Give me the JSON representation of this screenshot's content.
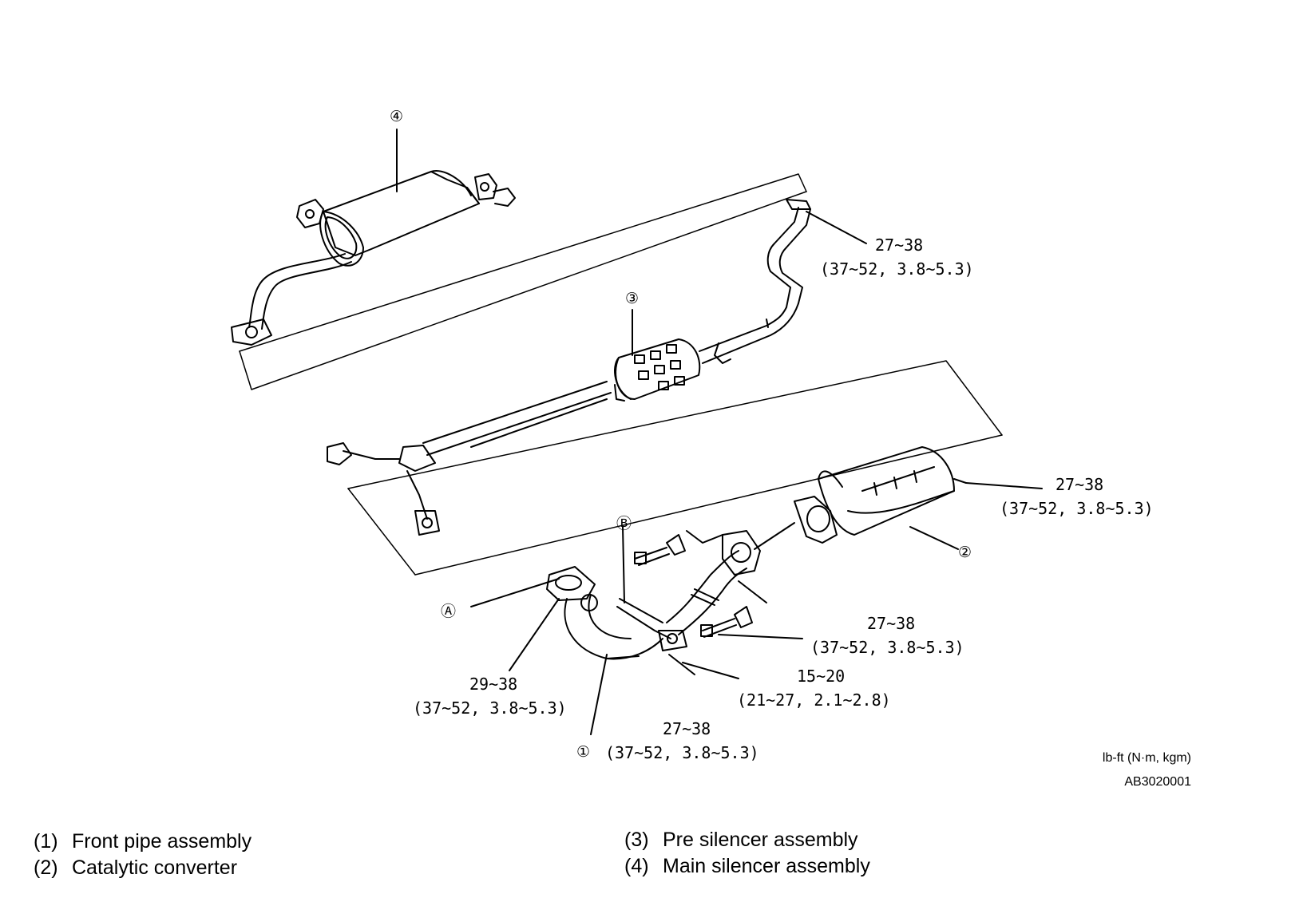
{
  "callouts": {
    "c4": "④",
    "c3": "③",
    "c2": "②",
    "cB": "Ⓑ",
    "cA": "Ⓐ",
    "c1": "①"
  },
  "torques": {
    "t_main_flange": {
      "lbft": "27~38",
      "metric": "(37~52, 3.8~5.3)"
    },
    "t_cat_rear": {
      "lbft": "27~38",
      "metric": "(37~52, 3.8~5.3)"
    },
    "t_front_bolt": {
      "lbft": "27~38",
      "metric": "(37~52, 3.8~5.3)"
    },
    "t_hanger": {
      "lbft": "15~20",
      "metric": "(21~27, 2.1~2.8)"
    },
    "t_exhaust_port": {
      "lbft": "29~38",
      "metric": "(37~52, 3.8~5.3)"
    },
    "t_front_lower": {
      "lbft": "27~38",
      "metric": "(37~52, 3.8~5.3)"
    }
  },
  "units": "lb-ft (N·m, kgm)",
  "figure_code": "AB3020001",
  "legend": [
    {
      "num": "(1)",
      "text": "Front pipe assembly"
    },
    {
      "num": "(2)",
      "text": "Catalytic converter"
    },
    {
      "num": "(3)",
      "text": "Pre silencer assembly"
    },
    {
      "num": "(4)",
      "text": "Main silencer assembly"
    }
  ]
}
